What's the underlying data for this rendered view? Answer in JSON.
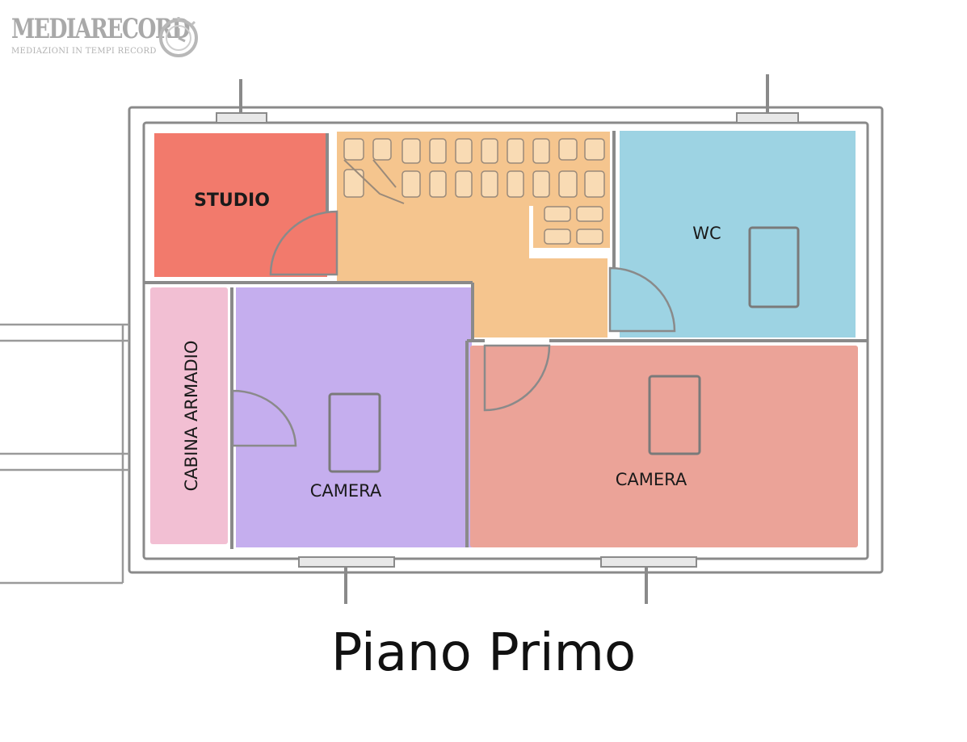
{
  "logo": {
    "title": "MEDIARECORD",
    "subtitle": "MEDIAZIONI IN TEMPI RECORD",
    "icon": "clock-icon"
  },
  "rooms": {
    "studio": {
      "label": "STUDIO",
      "color": "#f27a6c"
    },
    "wc": {
      "label": "WC",
      "color": "#9dd3e3"
    },
    "cabina": {
      "label": "CABINA ARMADIO",
      "color": "#f2bfd3"
    },
    "camera_left": {
      "label": "CAMERA",
      "color": "#c5aeee"
    },
    "camera_right": {
      "label": "CAMERA",
      "color": "#eba398"
    },
    "hall": {
      "color": "#f5c58e"
    }
  },
  "caption": "Piano Primo"
}
